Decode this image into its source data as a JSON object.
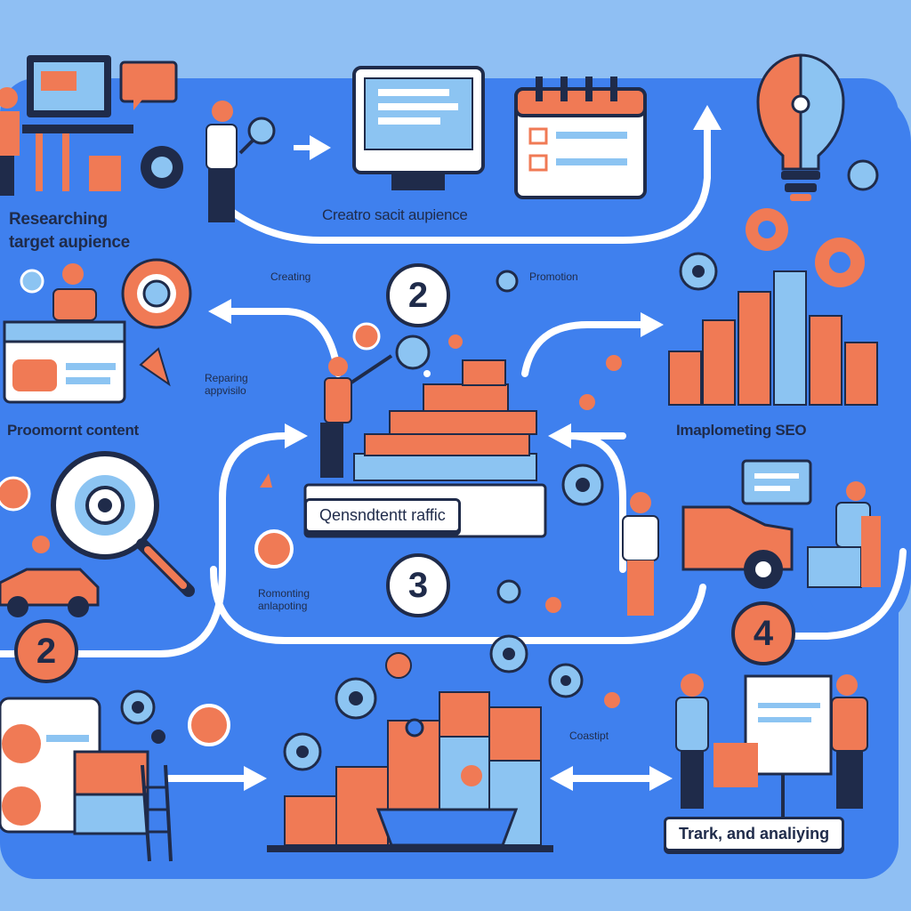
{
  "labels": {
    "researching": "Researching\ntarget aupience",
    "create_audience": "Creatro sacit aupience",
    "creating": "Creating",
    "promotion": "Promotion",
    "reparing": "Reparing\nappvisilo",
    "promote_content": "Proomornt content",
    "implementing_seo": "Imaplometing SEO",
    "content_traffic": "Qensndtentt raffic",
    "remorting": "Romonting\nanlapoting",
    "coastipt": "Coastipt",
    "track": "Trark, and analiying"
  },
  "steps": [
    "2",
    "2",
    "3",
    "4"
  ],
  "colors": {
    "background": "#8fbff3",
    "panel": "#3f80ee",
    "accent": "#f07a55",
    "ink": "#1f2b4a",
    "light_blue": "#8cc4f2",
    "white": "#ffffff"
  },
  "icons": [
    "computer-monitor-icon",
    "calendar-checklist-icon",
    "lightbulb-icon",
    "gear-icon",
    "bar-chart-icon",
    "target-icon",
    "magnifier-icon",
    "car-icon",
    "person-icon",
    "staircase-icon",
    "boat-icon",
    "whiteboard-icon",
    "chat-bubble-icon",
    "arrow-icon"
  ]
}
